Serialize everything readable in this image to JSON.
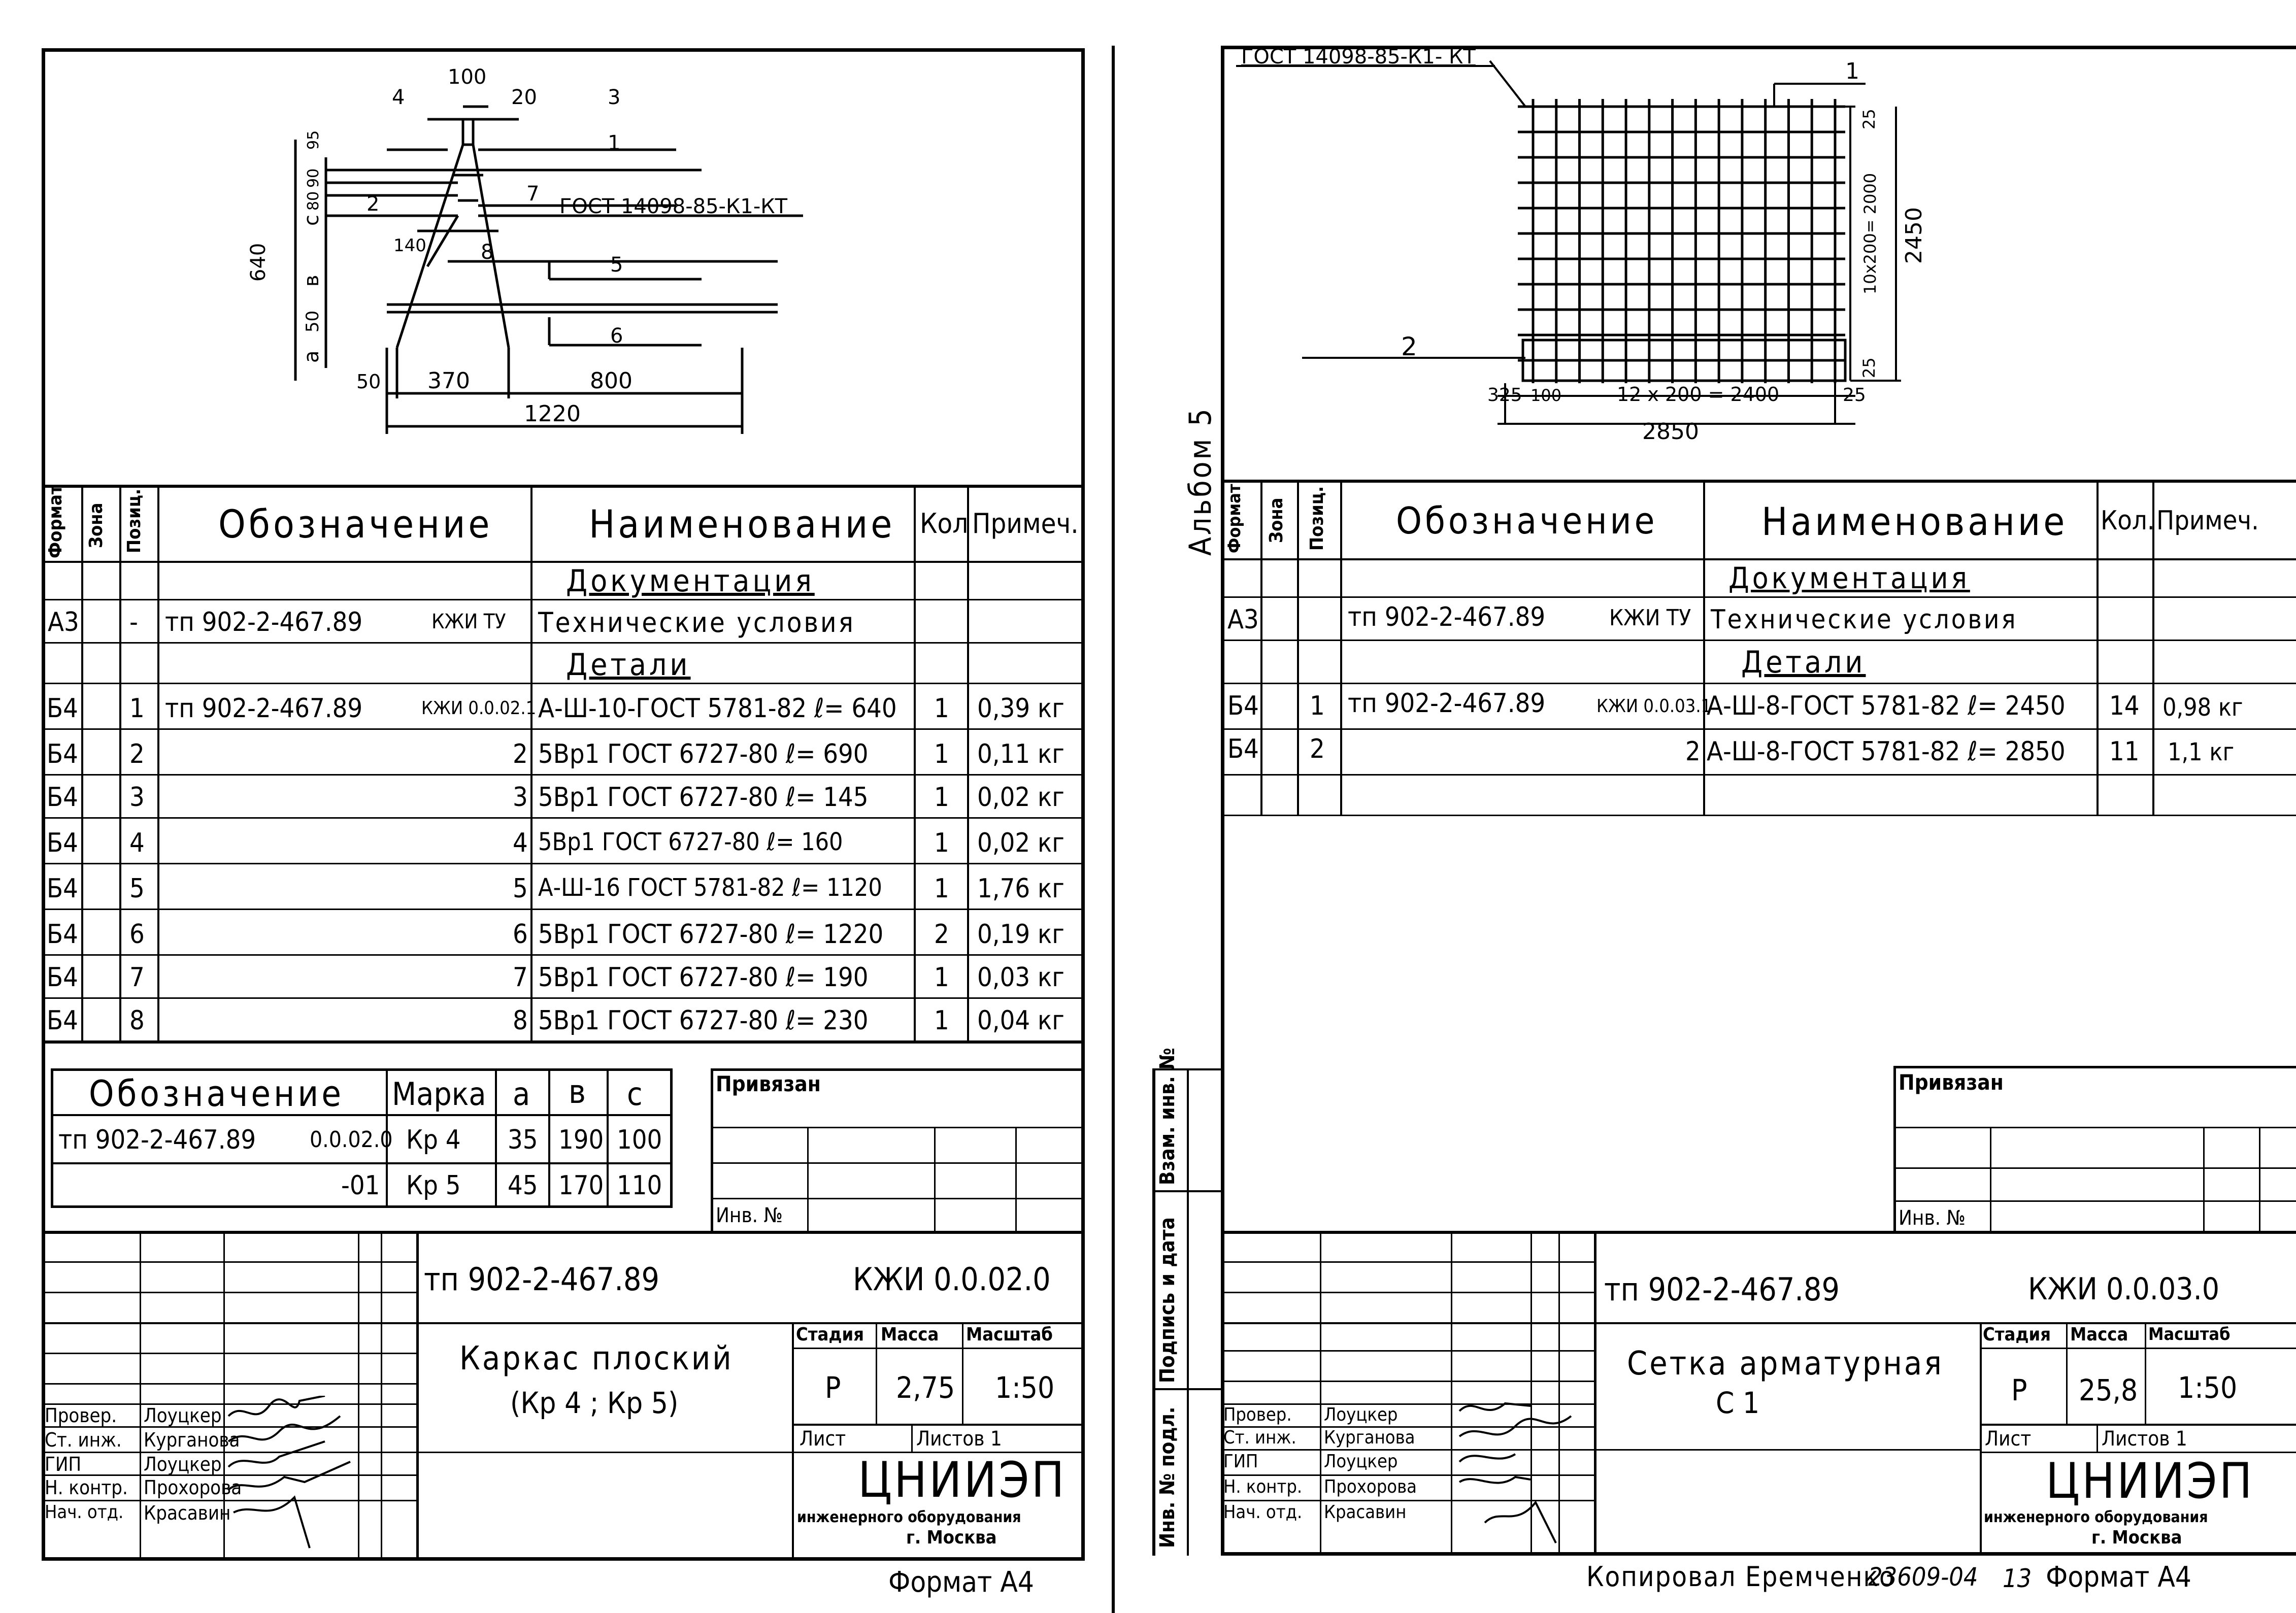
{
  "left": {
    "gost_callout": "ГОСТ 14098-85-К1-КТ",
    "dims": {
      "d100": "100",
      "d20": "20",
      "d4": "4",
      "d3": "3",
      "d1": "1",
      "d7": "7",
      "d2": "2",
      "d5": "5",
      "d8": "8",
      "d6": "6",
      "d140": "140",
      "d640": "640",
      "dc": "с",
      "db": "в",
      "da": "а",
      "d50a": "50",
      "d50b": "50",
      "d95": "95",
      "d90": "90",
      "d80": "80",
      "d370": "370",
      "d800": "800",
      "d1220": "1220"
    },
    "spec_headers": {
      "format": "Формат",
      "zone": "Зона",
      "pos": "Позиц.",
      "designation": "Обозначение",
      "name": "Наименование",
      "qty": "Кол",
      "note": "Примеч."
    },
    "section_docs": "Документация",
    "section_details": "Детали",
    "doc_row": {
      "format": "А3",
      "pos": "-",
      "designation": "тп 902-2-467.89",
      "code": "КЖИ ТУ",
      "name": "Технические условия"
    },
    "rows": [
      {
        "format": "Б4",
        "pos": "1",
        "designation": "тп 902-2-467.89",
        "code": "КЖИ 0.0.02.1",
        "name": "А-Ш-10-ГОСТ 5781-82  ℓ= 640",
        "qty": "1",
        "note": "0,39 кг"
      },
      {
        "format": "Б4",
        "pos": "2",
        "code": "2",
        "name": "5Вр1 ГОСТ 6727-80 ℓ= 690",
        "qty": "1",
        "note": "0,11 кг"
      },
      {
        "format": "Б4",
        "pos": "3",
        "code": "3",
        "name": "5Вр1 ГОСТ 6727-80 ℓ= 145",
        "qty": "1",
        "note": "0,02 кг"
      },
      {
        "format": "Б4",
        "pos": "4",
        "code": "4",
        "name": "5Вр1 ГОСТ 6727-80   ℓ= 160",
        "qty": "1",
        "note": "0,02 кг"
      },
      {
        "format": "Б4",
        "pos": "5",
        "code": "5",
        "name": "А-Ш-16 ГОСТ 5781-82  ℓ= 1120",
        "qty": "1",
        "note": "1,76 кг"
      },
      {
        "format": "Б4",
        "pos": "6",
        "code": "6",
        "name": "5Вр1 ГОСТ 6727-80 ℓ= 1220",
        "qty": "2",
        "note": "0,19 кг"
      },
      {
        "format": "Б4",
        "pos": "7",
        "code": "7",
        "name": "5Вр1 ГОСТ 6727-80 ℓ= 190",
        "qty": "1",
        "note": "0,03 кг"
      },
      {
        "format": "Б4",
        "pos": "8",
        "code": "8",
        "name": "5Вр1 ГОСТ 6727-80 ℓ= 230",
        "qty": "1",
        "note": "0,04 кг"
      }
    ],
    "mark_table": {
      "h_designation": "Обозначение",
      "h_mark": "Марка",
      "h_a": "а",
      "h_b": "в",
      "h_c": "с",
      "r1": {
        "designation": "тп 902-2-467.89",
        "code": "0.0.02.0",
        "mark": "Кр 4",
        "a": "35",
        "b": "190",
        "c": "100"
      },
      "r2": {
        "designation": "-01",
        "mark": "Кр 5",
        "a": "45",
        "b": "170",
        "c": "110"
      }
    },
    "privyazan": "Привязан",
    "inv": "Инв. №",
    "title_block": {
      "doc_number": "тп 902-2-467.89",
      "doc_code": "КЖИ 0.0.02.0",
      "title_line1": "Каркас плоский",
      "title_line2": "(Кр 4 ; Кр 5)",
      "stage_h": "Стадия",
      "mass_h": "Масса",
      "scale_h": "Масштаб",
      "stage": "Р",
      "mass": "2,75",
      "scale": "1:50",
      "sheet": "Лист",
      "sheets": "Листов 1",
      "org": "ЦНИИЭП",
      "org2": "инженерного оборудования",
      "city": "г. Москва",
      "roles": [
        "Провер.",
        "Ст. инж.",
        "ГИП",
        "Н. контр.",
        "Нач. отд."
      ],
      "names": [
        "Лоуцкер",
        "Курганова",
        "Лоуцкер",
        "Прохорова",
        "Красавин"
      ]
    },
    "format_label": "Формат А4"
  },
  "right": {
    "gost_callout": "ГОСТ 14098-85-К1- КТ",
    "album": "Альбом 5",
    "dims": {
      "p1": "1",
      "p2": "2",
      "d25t": "25",
      "d25b": "25",
      "d10x": "10х200= 2000",
      "d2450": "2450",
      "d325": "325",
      "d100": "100",
      "d12x": "12 х 200 = 2400",
      "d25r": "25",
      "d2850": "2850"
    },
    "spec_headers": {
      "format": "Формат",
      "zone": "Зона",
      "pos": "Позиц.",
      "designation": "Обозначение",
      "name": "Наименование",
      "qty": "Кол.",
      "note": "Примеч."
    },
    "section_docs": "Документация",
    "section_details": "Детали",
    "doc_row": {
      "format": "А3",
      "designation": "тп 902-2-467.89",
      "code": "КЖИ ТУ",
      "name": "Технические условия"
    },
    "rows": [
      {
        "format": "Б4",
        "pos": "1",
        "designation": "тп 902-2-467.89",
        "code": "КЖИ 0.0.03.1",
        "name": "А-Ш-8-ГОСТ 5781-82  ℓ= 2450",
        "qty": "14",
        "note": "0,98 кг"
      },
      {
        "format": "Б4",
        "pos": "2",
        "code": "2",
        "name": "А-Ш-8-ГОСТ 5781-82  ℓ= 2850",
        "qty": "11",
        "note": "1,1 кг"
      }
    ],
    "side_labels": [
      "Инв. № подл.",
      "Подпись и дата",
      "Взам. инв. №"
    ],
    "privyazan": "Привязан",
    "inv": "Инв. №",
    "title_block": {
      "doc_number": "тп 902-2-467.89",
      "doc_code": "КЖИ 0.0.03.0",
      "title_line1": "Сетка арматурная",
      "title_line2": "С 1",
      "stage_h": "Стадия",
      "mass_h": "Масса",
      "scale_h": "Масштаб",
      "stage": "Р",
      "mass": "25,8",
      "scale": "1:50",
      "sheet": "Лист",
      "sheets": "Листов 1",
      "org": "ЦНИИЭП",
      "org2": "инженерного оборудования",
      "city": "г. Москва",
      "roles": [
        "Провер.",
        "Ст. инж.",
        "ГИП",
        "Н. контр.",
        "Нач. отд."
      ],
      "names": [
        "Лоуцкер",
        "Курганова",
        "Лоуцкер",
        "Прохорова",
        "Красавин"
      ]
    },
    "copied": "Копировал Еремченко",
    "order": "23609-04",
    "page_no": "13",
    "format_label": "Формат А4"
  }
}
